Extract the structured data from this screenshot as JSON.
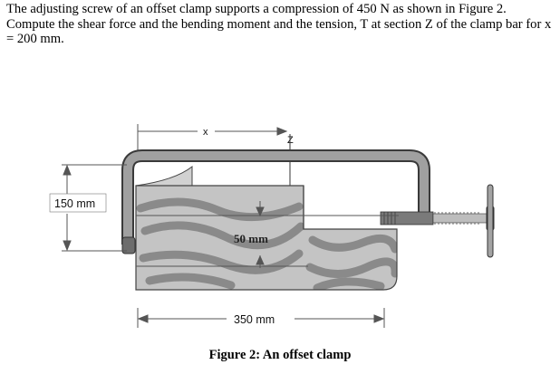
{
  "problem": {
    "text": "The adjusting screw of an offset clamp supports a compression of 450 N as shown in Figure 2. Compute the shear force and the bending moment and the tension, T at section Z of the clamp bar for x = 200 mm."
  },
  "figure": {
    "label_x": "x",
    "label_z": "Z",
    "dim_height": "150 mm",
    "dim_offset": "50 mm",
    "dim_length": "350 mm",
    "caption": "Figure 2: An offset clamp"
  },
  "colors": {
    "clamp_frame": "#9e9e9e",
    "clamp_edge": "#3c3c3c",
    "wood_light": "#c9c9c9",
    "wood_grain": "#8d8d8d",
    "dimension_line": "#555555"
  }
}
